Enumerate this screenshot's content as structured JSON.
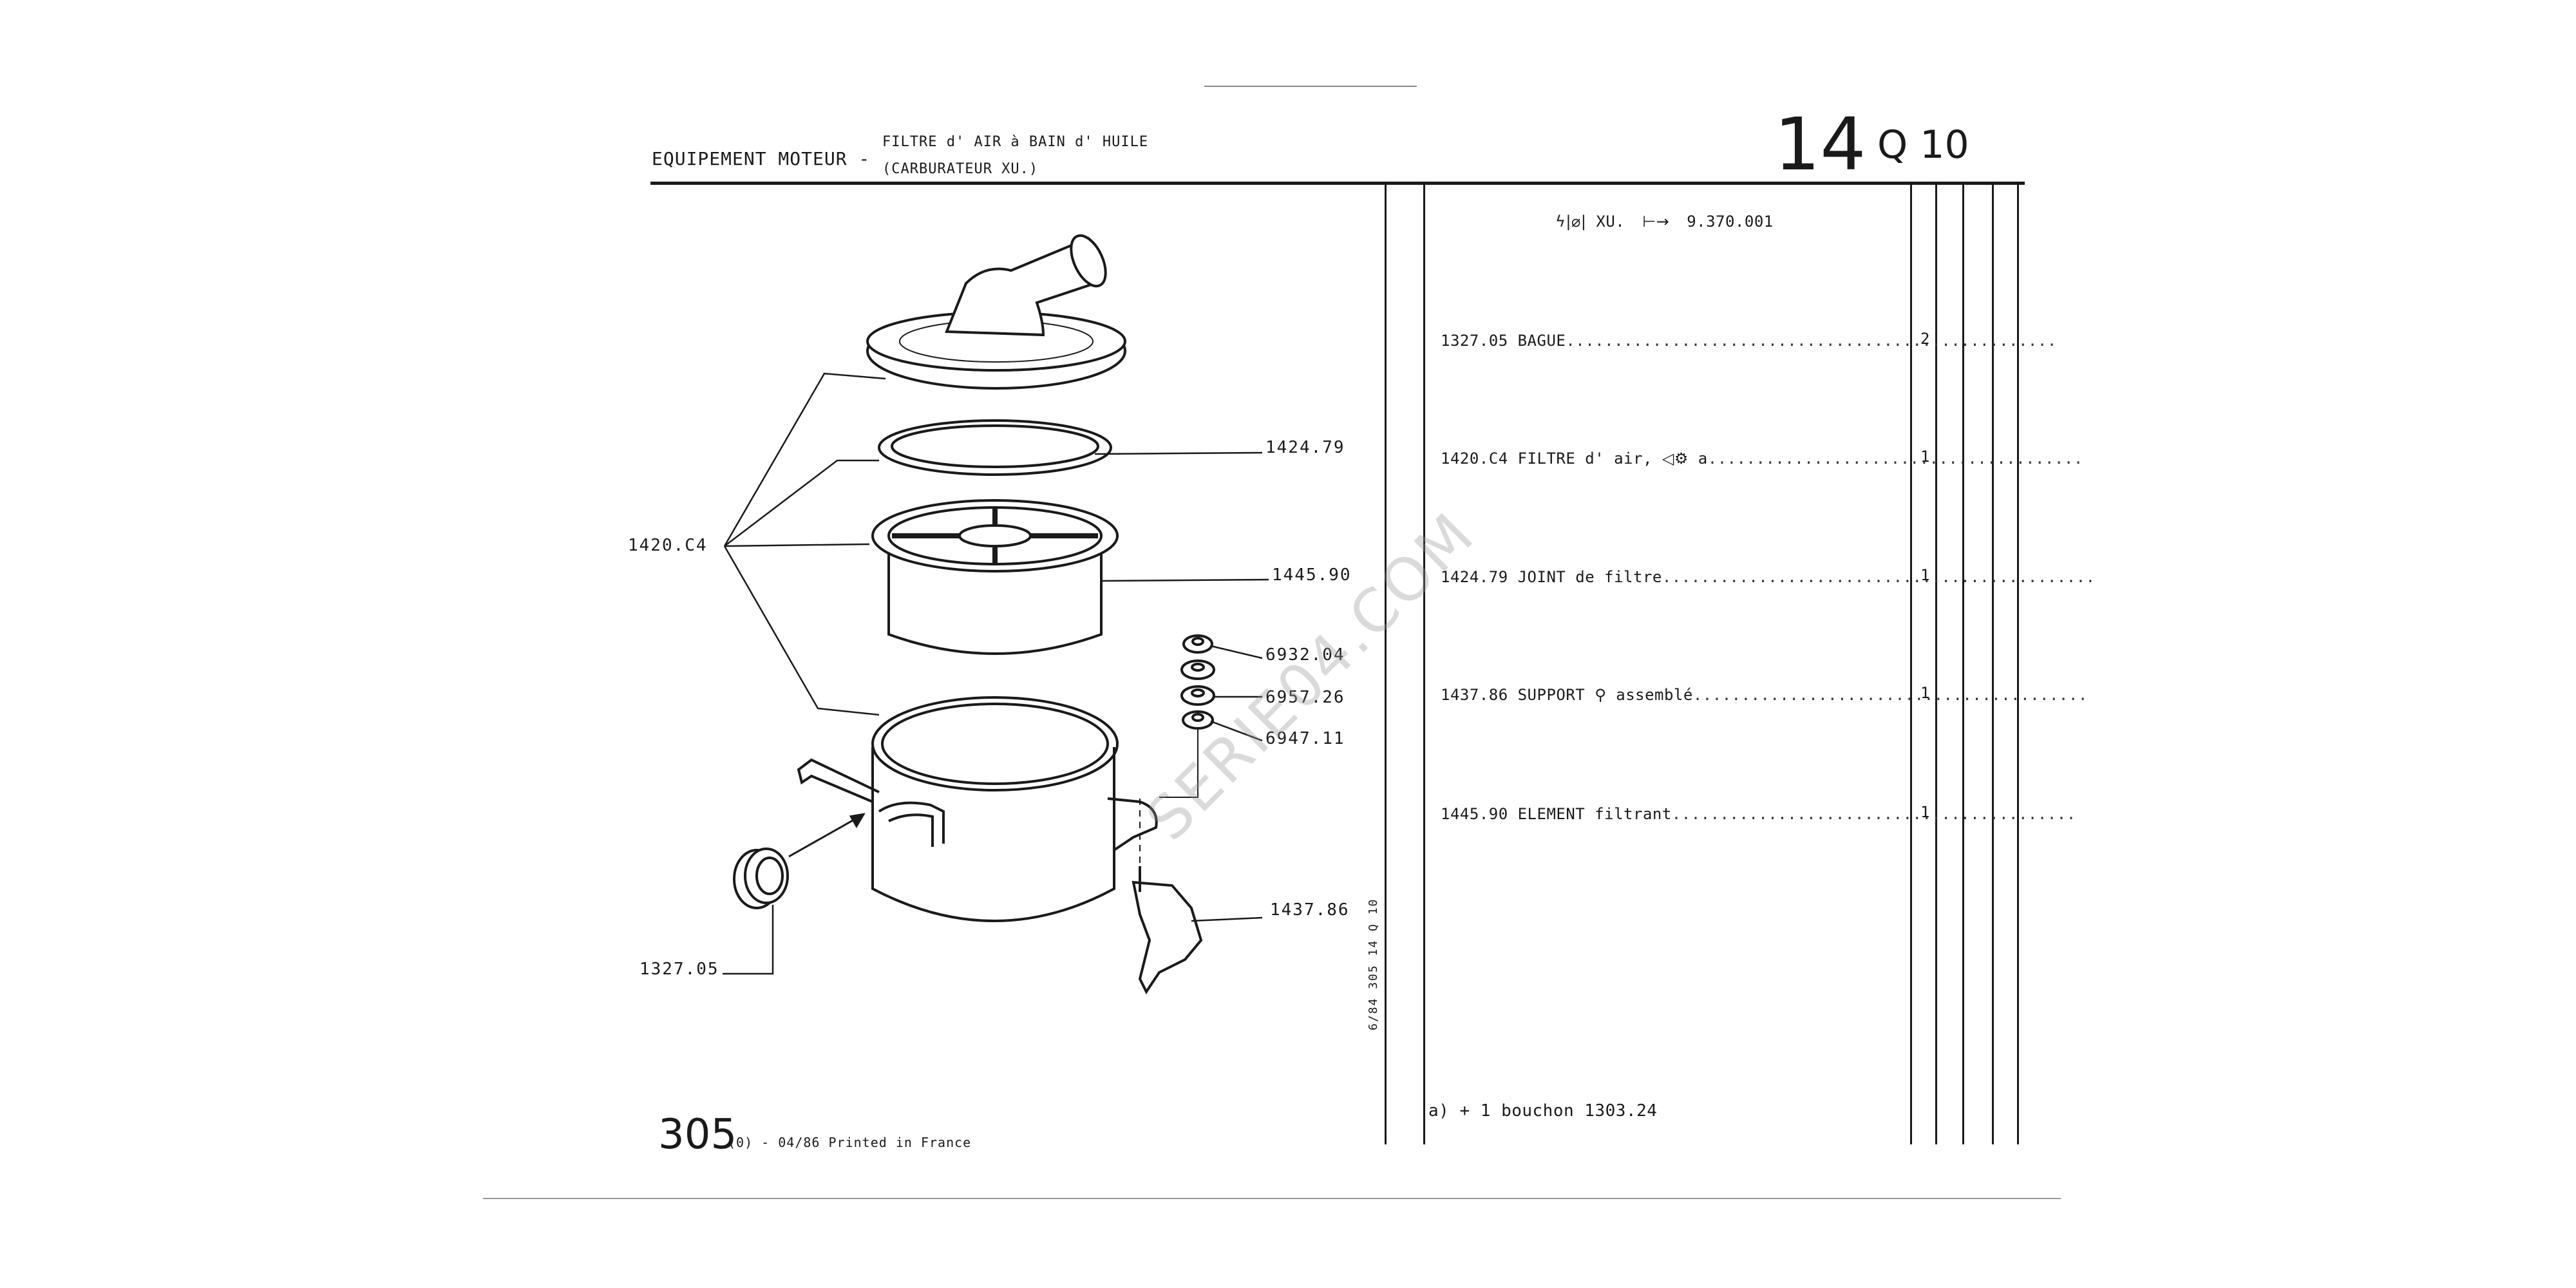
{
  "header": {
    "title": "EQUIPEMENT MOTEUR -",
    "subtitle_line1": "FILTRE d' AIR à BAIN d' HUILE",
    "subtitle_line2": "(CARBURATEUR XU.)",
    "section_number": "14",
    "section_suffix": "Q 10"
  },
  "applicability": {
    "text": "XU.",
    "arrow": "⊢→",
    "serial": "9.370.001",
    "icon": "lightning-icon"
  },
  "parts": [
    {
      "ref": "1327.05",
      "desc": "BAGUE",
      "qty": "2"
    },
    {
      "ref": "1420.C4",
      "desc": "FILTRE d' air,",
      "extra": "a",
      "qty": "1"
    },
    {
      "ref": "1424.79",
      "desc": "JOINT de filtre",
      "qty": "1"
    },
    {
      "ref": "1437.86",
      "desc": "SUPPORT",
      "extra": "assemblé",
      "qty": "1"
    },
    {
      "ref": "1445.90",
      "desc": "ELEMENT filtrant",
      "qty": "1"
    }
  ],
  "note": "a) + 1 bouchon 1303.24",
  "callouts": {
    "c1": "1424.79",
    "c2": "1445.90",
    "c3": "1420.C4",
    "c4": "6932.04",
    "c5": "6957.26",
    "c6": "6947.11",
    "c7": "1437.86",
    "c8": "1327.05"
  },
  "edge_code": "6/84 305 14 Q 10",
  "footer": {
    "page": "305",
    "info": "(0) - 04/86 Printed in France"
  },
  "watermark": "SERIE04.COM"
}
